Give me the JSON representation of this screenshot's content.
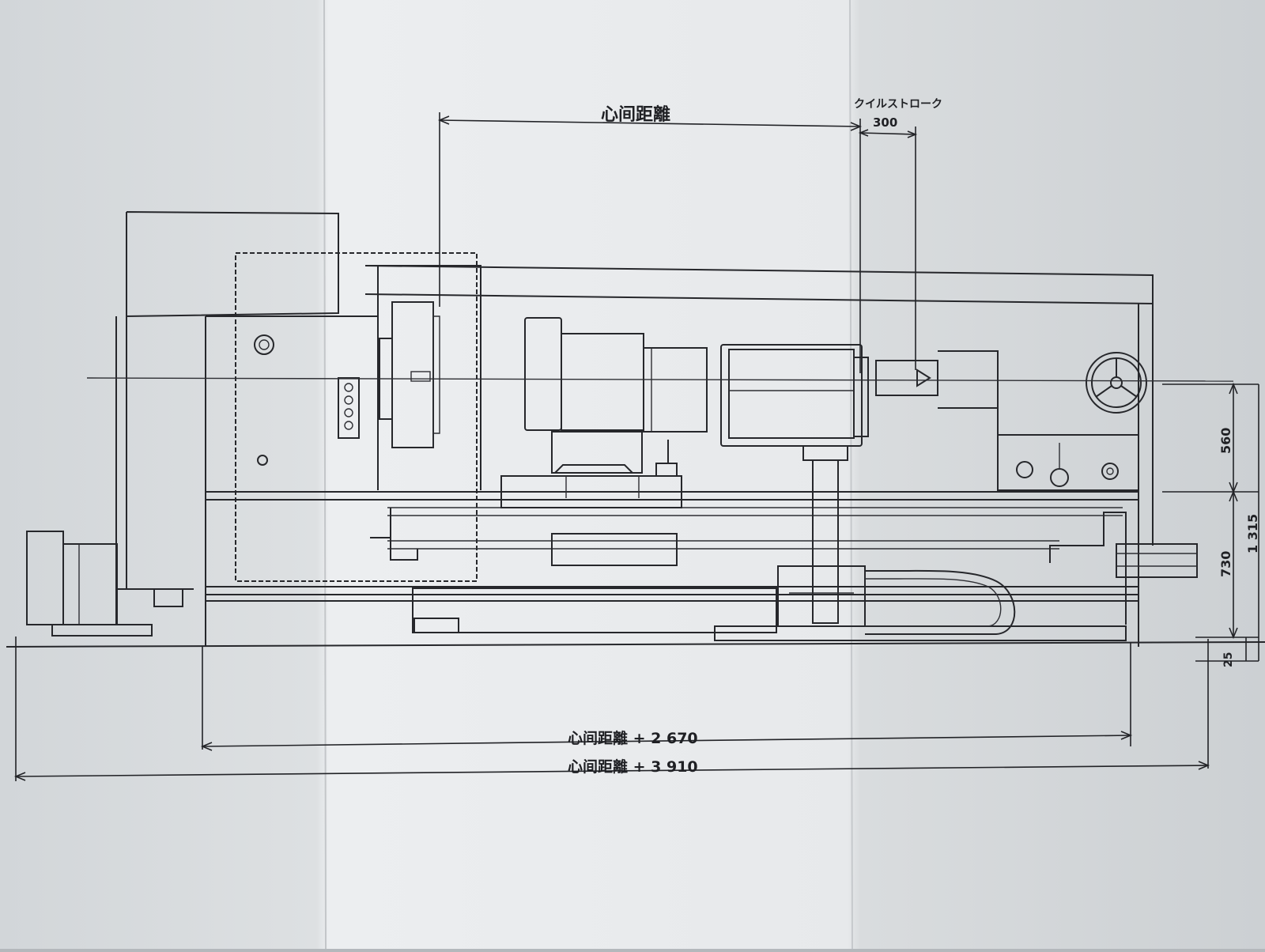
{
  "drawing": {
    "labels": {
      "center_distance": "心间距離",
      "quill_stroke": "クイルストローク",
      "quill_stroke_value": "300",
      "total_length_1": "心间距離  + 2 670",
      "total_length_2": "心间距離  + 3 910",
      "height_560": "560",
      "height_1315": "1 315",
      "height_730": "730",
      "height_25": "25"
    },
    "colors": {
      "paper": "#e6e8ea",
      "paper_shade": "#d4d7da",
      "background": "#b4b8bc",
      "ink": "#26272b"
    }
  }
}
